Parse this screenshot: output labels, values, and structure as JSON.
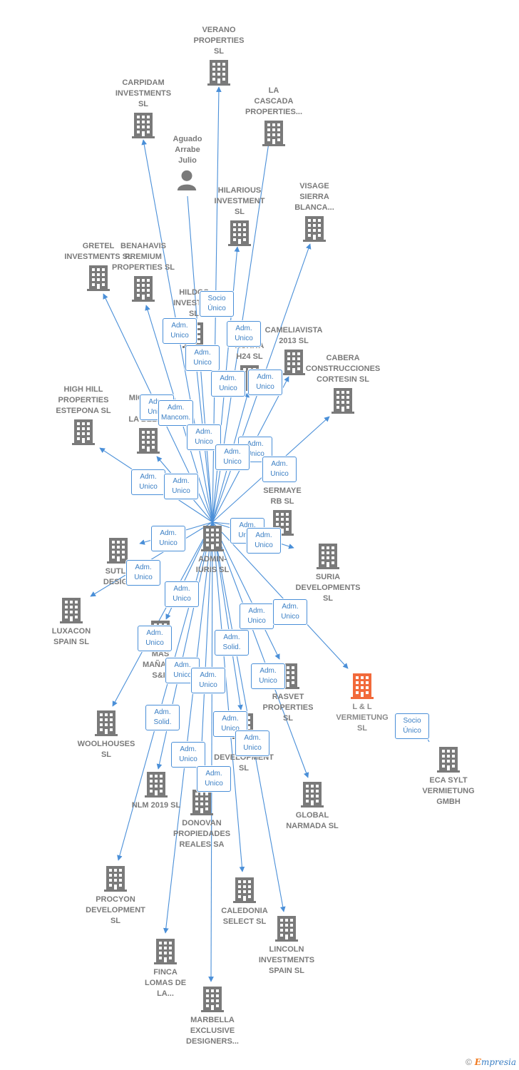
{
  "colors": {
    "edge": "#4a8fd8",
    "company": "#7a7a7a",
    "focus_company": "#f26a3b",
    "person": "#7a7a7a"
  },
  "nodes": [
    {
      "id": "verano",
      "label": "VERANO\nPROPERTIES\nSL",
      "icon": "building-icon"
    },
    {
      "id": "carpidam",
      "label": "CARPIDAM\nINVESTMENTS\nSL",
      "icon": "building-icon"
    },
    {
      "id": "lacascada",
      "label": "LA\nCASCADA\nPROPERTIES...",
      "icon": "building-icon"
    },
    {
      "id": "aguado",
      "label": "Aguado\nArrabe\nJulio",
      "icon": "person-icon"
    },
    {
      "id": "hilarious",
      "label": "HILARIOUS\nINVESTMENT\nSL",
      "icon": "building-icon"
    },
    {
      "id": "visage",
      "label": "VISAGE\nSIERRA\nBLANCA...",
      "icon": "building-icon"
    },
    {
      "id": "gretel",
      "label": "GRETEL\nINVESTMENTS SL",
      "icon": "building-icon"
    },
    {
      "id": "benahavis",
      "label": "BENAHAVIS\nPREMIUM\nPROPERTIES SL",
      "icon": "building-icon"
    },
    {
      "id": "hildos",
      "label": "HILDOS\nINVESTM...\nSL",
      "icon": "building-icon"
    },
    {
      "id": "camelia",
      "label": "CAMELIAVISTA\n2013 SL",
      "icon": "building-icon"
    },
    {
      "id": "aurita",
      "label": "AURITA\nH24 SL",
      "icon": "building-icon"
    },
    {
      "id": "cabera",
      "label": "CABERA\nCONSTRUCCIONES\nCORTESIN SL",
      "icon": "building-icon"
    },
    {
      "id": "highhill",
      "label": "HIGH HILL\nPROPERTIES\nESTEPONA SL",
      "icon": "building-icon"
    },
    {
      "id": "micro",
      "label": "MICRO...O\nMA...\nLA BELL...",
      "icon": "building-icon"
    },
    {
      "id": "sermaye",
      "label": "SERMAYE\nRB SL",
      "icon": "building-icon"
    },
    {
      "id": "admin",
      "label": "ADMIN-\nIURIS SL",
      "icon": "building-icon"
    },
    {
      "id": "sutla",
      "label": "SUTLA\nDESIGN",
      "icon": "building-icon"
    },
    {
      "id": "suria",
      "label": "SURIA\nDEVELOPMENTS\nSL",
      "icon": "building-icon"
    },
    {
      "id": "luxacon",
      "label": "LUXACON\nSPAIN SL",
      "icon": "building-icon"
    },
    {
      "id": "mas",
      "label": "MAS\nMAÑAN...\nS&R",
      "icon": "building-icon"
    },
    {
      "id": "rasvet",
      "label": "RASVET\nPROPERTIES\nSL",
      "icon": "building-icon"
    },
    {
      "id": "ll",
      "label": "L & L\nVERMIETUNG\nSL",
      "icon": "building-icon",
      "focus": true
    },
    {
      "id": "woolhouses",
      "label": "WOOLHOUSES\nSL",
      "icon": "building-icon"
    },
    {
      "id": "tdev",
      "label": "T...\nDEVELOPMENT\nSL",
      "icon": "building-icon"
    },
    {
      "id": "ecasylt",
      "label": "ECA SYLT\nVERMIETUNG\nGMBH",
      "icon": "building-icon"
    },
    {
      "id": "nlm",
      "label": "NLM 2019 SL",
      "icon": "building-icon"
    },
    {
      "id": "donovan",
      "label": "DONOVAN\nPROPIEDADES\nREALES SA",
      "icon": "building-icon"
    },
    {
      "id": "global",
      "label": "GLOBAL\nNARMADA SL",
      "icon": "building-icon"
    },
    {
      "id": "procyon",
      "label": "PROCYON\nDEVELOPMENT\nSL",
      "icon": "building-icon"
    },
    {
      "id": "caledonia",
      "label": "CALEDONIA\nSELECT SL",
      "icon": "building-icon"
    },
    {
      "id": "lincoln",
      "label": "LINCOLN\nINVESTMENTS\nSPAIN SL",
      "icon": "building-icon"
    },
    {
      "id": "finca",
      "label": "FINCA\nLOMAS DE\nLA...",
      "icon": "building-icon"
    },
    {
      "id": "marbella",
      "label": "MARBELLA\nEXCLUSIVE\nDESIGNERS...",
      "icon": "building-icon"
    }
  ],
  "badges": [
    "Socio\nÚnico",
    "Adm.\nUnico",
    "Adm.\nUnico",
    "Adm.\nUnico",
    "Adm.\nUnico",
    "Adm.\nUnico",
    "Adm.\nUnico",
    "Adm.\nMancom.",
    "Adm.\nUnico",
    "Adm.\nUnico",
    "Adm.\nUnico",
    "Adm.\nUnico",
    "Adm.\nUnico",
    "Adm.\nUnico",
    "Adm.\nUnico",
    "Adm.\nUnico",
    "Adm.\nUnico",
    "Adm.\nUnico",
    "Adm.\nUnico",
    "Adm.\nUnico",
    "Adm.\nUnico",
    "Adm.\nUnico",
    "Adm.\nSolid.",
    "Adm.\nUnico",
    "Adm.\nUnico",
    "Adm.\nUnico",
    "Adm.\nSolid.",
    "Adm.\nUnico",
    "Adm.\nUnico",
    "Adm.\nUnico",
    "Adm.\nUnico",
    "Socio\nÚnico"
  ],
  "footer": {
    "copyright": "©",
    "brand_initial": "E",
    "brand_rest": "mpresia"
  }
}
